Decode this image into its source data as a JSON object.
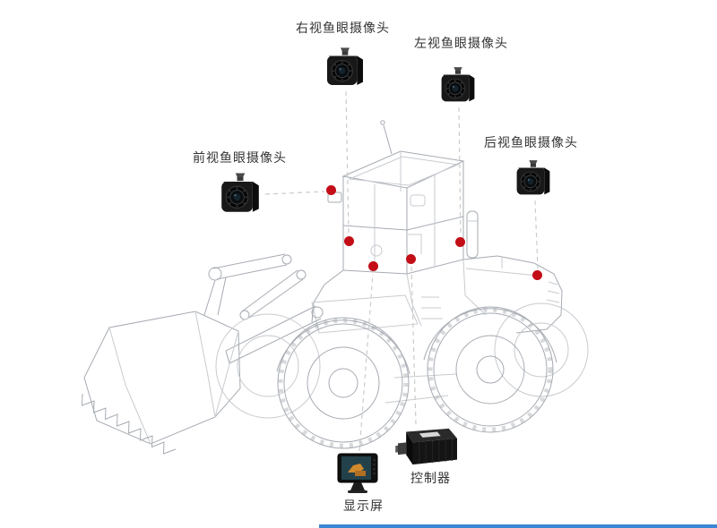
{
  "colors": {
    "background": "#ffffff",
    "label_text": "#333333",
    "dot": "#c30d17",
    "connector_line": "#cccccc",
    "wireframe": "#a6abb2",
    "wireframe_light": "#c8cbd0",
    "accent_bar": "#3a86d4"
  },
  "annotations": {
    "right_camera": {
      "label": "右视鱼眼摄像头"
    },
    "left_camera": {
      "label": "左视鱼眼摄像头"
    },
    "front_camera": {
      "label": "前视鱼眼摄像头"
    },
    "rear_camera": {
      "label": "后视鱼眼摄像头"
    },
    "controller": {
      "label": "控制器"
    },
    "display": {
      "label": "显示屏"
    }
  },
  "mount_points": [
    "front-camera-mount",
    "right-camera-mount",
    "display-mount",
    "controller-mount",
    "left-camera-mount",
    "rear-camera-mount"
  ]
}
